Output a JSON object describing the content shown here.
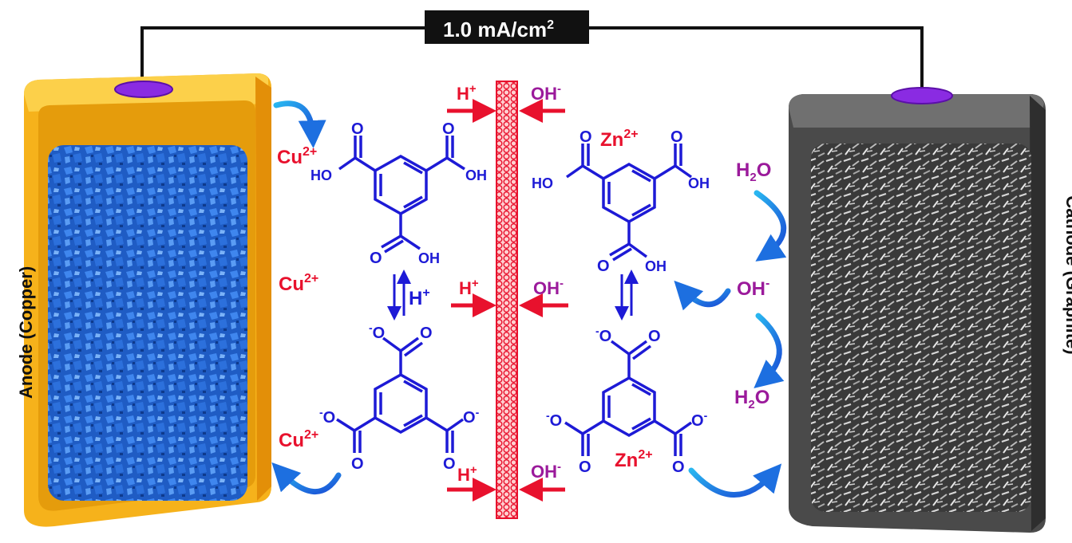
{
  "current_label": "1.0 mA/cm",
  "current_label_sup": "2",
  "anode_label": "Anode (Copper)",
  "cathode_label": "Cathode (Graphite)",
  "ions": {
    "cu": "Cu",
    "charge_2plus": "2+",
    "zn": "Zn",
    "h": "H",
    "plus": "+",
    "oh": "OH",
    "minus": "-",
    "h2o_h": "H",
    "h2o_2": "2",
    "h2o_o": "O"
  },
  "molecule": {
    "ho": "HO",
    "oh": "OH",
    "o": "O",
    "o_minus": "-"
  },
  "colors": {
    "anode_frame": "#f6b21b",
    "anode_frame_dark": "#e59c0c",
    "anode_surface": "#1f5fc8",
    "cathode_frame": "#4a4a4a",
    "cathode_surface": "#8a8a8a",
    "terminal": "#8a2be2",
    "membrane": "#e8112d",
    "ion_red": "#e8112d",
    "ion_purple": "#9b1a9b",
    "molecule_blue": "#1d1ad6",
    "curved_arrow": "#1aa3e8"
  }
}
